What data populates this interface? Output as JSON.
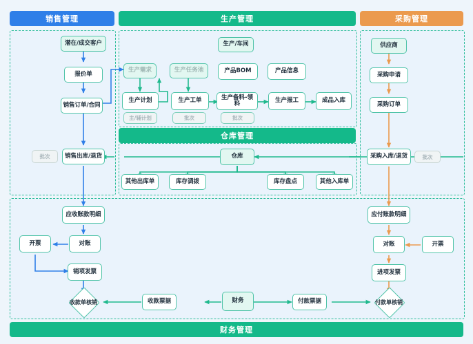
{
  "headers": {
    "sales": "销售管理",
    "production": "生产管理",
    "purchase": "采购管理",
    "warehouse": "仓库管理",
    "finance": "财务管理"
  },
  "colors": {
    "sales_bar": "#2f7fe8",
    "production_bar": "#14b98a",
    "purchase_bar": "#eb9a4e",
    "warehouse_bar": "#14b98a",
    "finance_bar": "#14b98a",
    "sales_arrow": "#2f7fe8",
    "production_arrow": "#1fb98d",
    "purchase_arrow": "#eb9a4e",
    "node_border": "#4fc3a8",
    "node_mint_fill": "#e2f7f1",
    "region_dash": "#2bbd9a",
    "page_bg": "#eef5fb"
  },
  "sales": {
    "nodes": [
      {
        "id": "customer",
        "label": "潜在/成交客户"
      },
      {
        "id": "quote",
        "label": "报价单"
      },
      {
        "id": "order",
        "label": "销售订单/合同"
      },
      {
        "id": "shipout",
        "label": "销售出库/退货"
      }
    ],
    "tags": [
      {
        "id": "sales-batch",
        "label": "批次"
      }
    ]
  },
  "production": {
    "nodes": [
      {
        "id": "prod-demand",
        "label": "生产需求"
      },
      {
        "id": "prod-taskpool",
        "label": "生产任务池"
      },
      {
        "id": "prod-workshop",
        "label": "生产/车间"
      },
      {
        "id": "prod-bom",
        "label": "产品BOM"
      },
      {
        "id": "prod-info",
        "label": "产品信息"
      },
      {
        "id": "prod-plan",
        "label": "生产计划"
      },
      {
        "id": "prod-workorder",
        "label": "生产工单"
      },
      {
        "id": "prod-material",
        "label": "生产备料-领料"
      },
      {
        "id": "prod-report",
        "label": "生产报工"
      },
      {
        "id": "prod-finished",
        "label": "成品入库"
      }
    ],
    "tags": [
      {
        "id": "plan-tag",
        "label": "主/辅计划"
      },
      {
        "id": "wo-batch-tag",
        "label": "批次"
      },
      {
        "id": "mat-batch-tag",
        "label": "批次"
      }
    ]
  },
  "warehouse": {
    "nodes": [
      {
        "id": "wh-main",
        "label": "仓库"
      },
      {
        "id": "wh-otherout",
        "label": "其他出库单"
      },
      {
        "id": "wh-transfer",
        "label": "库存调拨"
      },
      {
        "id": "wh-stocktake",
        "label": "库存盘点"
      },
      {
        "id": "wh-otherin",
        "label": "其他入库单"
      }
    ]
  },
  "purchase": {
    "nodes": [
      {
        "id": "supplier",
        "label": "供应商"
      },
      {
        "id": "pr",
        "label": "采购申请"
      },
      {
        "id": "po",
        "label": "采购订单"
      },
      {
        "id": "pin-return",
        "label": "采购入库/退货"
      }
    ],
    "tags": [
      {
        "id": "purchase-batch",
        "label": "批次"
      }
    ]
  },
  "finance": {
    "receivable": [
      {
        "id": "ar-detail",
        "label": "应收账款明细"
      },
      {
        "id": "ar-reconcile",
        "label": "对账"
      },
      {
        "id": "ar-invoice",
        "label": "开票"
      },
      {
        "id": "ar-output",
        "label": "销项发票"
      }
    ],
    "payable": [
      {
        "id": "ap-detail",
        "label": "应付账款明细"
      },
      {
        "id": "ap-reconcile",
        "label": "对账"
      },
      {
        "id": "ap-invoice",
        "label": "开票"
      },
      {
        "id": "ap-input",
        "label": "进项发票"
      }
    ],
    "bottom": [
      {
        "id": "recv-writeoff",
        "label": "收款单核销",
        "shape": "diamond"
      },
      {
        "id": "recv-bill",
        "label": "收款票据",
        "shape": "box"
      },
      {
        "id": "fin-center",
        "label": "财务",
        "shape": "box"
      },
      {
        "id": "pay-bill",
        "label": "付款票据",
        "shape": "box"
      },
      {
        "id": "pay-writeoff",
        "label": "付款单核销",
        "shape": "diamond"
      }
    ]
  }
}
